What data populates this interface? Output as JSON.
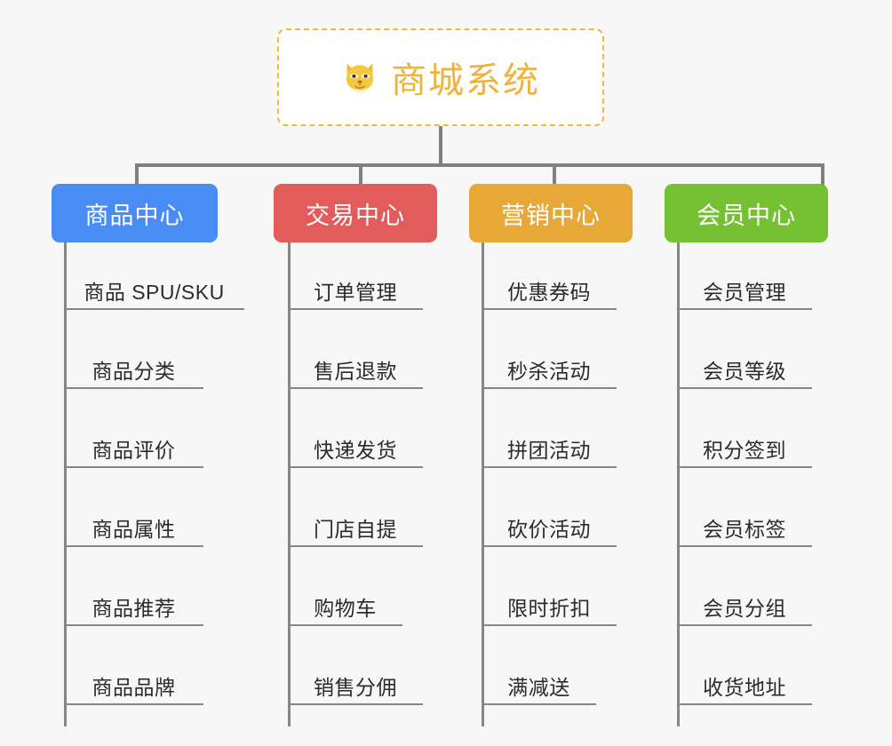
{
  "root": {
    "title": "商城系统",
    "icon": "shiba-dog-face-emoji",
    "text_color": "#efb33c",
    "border_color": "#efb73f",
    "background": "#ffffff"
  },
  "canvas": {
    "background": "#f7f7f7",
    "connector_color": "#808080"
  },
  "branches": [
    {
      "label": "商品中心",
      "color": "#4a8cf5",
      "items": [
        "商品 SPU/SKU",
        "商品分类",
        "商品评价",
        "商品属性",
        "商品推荐",
        "商品品牌"
      ]
    },
    {
      "label": "交易中心",
      "color": "#e35c5c",
      "items": [
        "订单管理",
        "售后退款",
        "快递发货",
        "门店自提",
        "购物车",
        "销售分佣"
      ]
    },
    {
      "label": "营销中心",
      "color": "#e8a838",
      "items": [
        "优惠券码",
        "秒杀活动",
        "拼团活动",
        "砍价活动",
        "限时折扣",
        "满减送"
      ]
    },
    {
      "label": "会员中心",
      "color": "#76c132",
      "items": [
        "会员管理",
        "会员等级",
        "积分签到",
        "会员标签",
        "会员分组",
        "收货地址"
      ]
    }
  ]
}
